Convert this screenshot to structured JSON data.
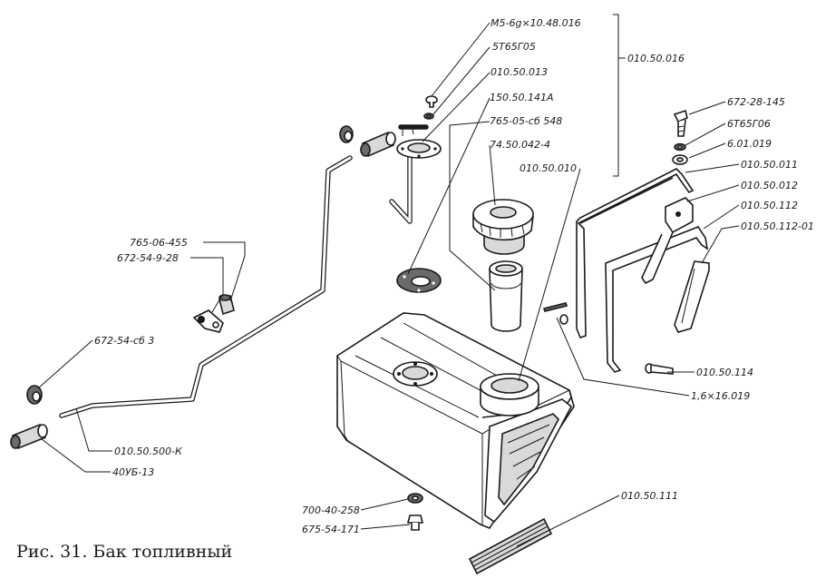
{
  "caption": "Рис. 31. Бак топливный",
  "labels": {
    "m5": "М5-6g×10.48.016",
    "p5t65g05": "5Т65Г05",
    "p010_50_013": "010.50.013",
    "p150_50_141a": "150.50.141А",
    "p765_05_sb548": "765-05-сб 548",
    "p74_50_042_4": "74.50.042-4",
    "p010_50_010": "010.50.010",
    "p010_50_016": "010.50.016",
    "p672_28_145": "672-28-145",
    "p6t65g06": "6Т65Г06",
    "p6_01_019": "6.01.019",
    "p010_50_011": "010.50.011",
    "p010_50_012": "010.50.012",
    "p010_50_112": "010.50.112",
    "p010_50_112_01": "010.50.112-01",
    "p765_06_455": "765-06-455",
    "p672_54_9_28": "672-54-9-28",
    "p672_54_sb3": "672-54-сб 3",
    "p010_50_500_k": "010.50.500-К",
    "p40ub_13": "40УБ-13",
    "p010_50_114": "010.50.114",
    "p1_6x16_019": "1,6×16.019",
    "p700_40_258": "700-40-258",
    "p675_54_171": "675-54-171",
    "p010_50_111": "010.50.111"
  }
}
